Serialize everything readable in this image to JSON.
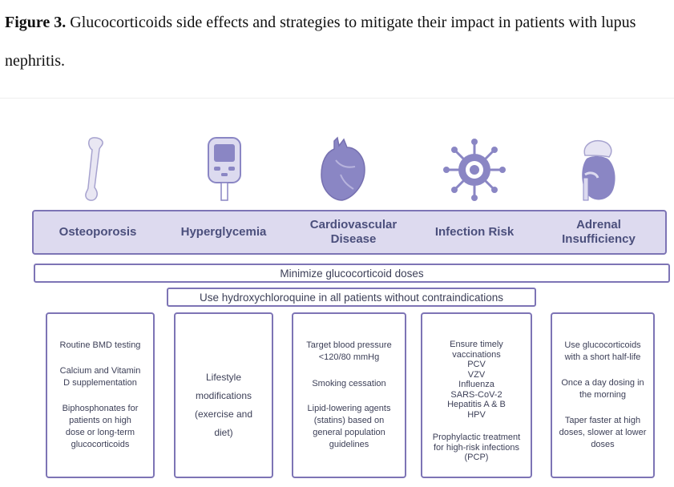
{
  "caption": {
    "label": "Figure 3.",
    "text": "Glucocorticoids side effects and strategies to mitigate their impact in patients with lupus nephritis."
  },
  "colors": {
    "accent": "#7d74b5",
    "band_fill": "#dddaef",
    "text": "#4b4f7c",
    "icon": "#8a86c4"
  },
  "icons": [
    "bone-icon",
    "glucose-meter-icon",
    "heart-icon",
    "virus-icon",
    "adrenal-kidney-icon"
  ],
  "conditions": [
    {
      "label": "Osteoporosis"
    },
    {
      "label": "Hyperglycemia"
    },
    {
      "label": "Cardiovascular Disease"
    },
    {
      "label": "Infection Risk"
    },
    {
      "label": "Adrenal Insufficiency"
    }
  ],
  "general": {
    "minimize": "Minimize glucocorticoid doses",
    "hcq": "Use hydroxychloroquine in all patients without contraindications"
  },
  "strategies": {
    "osteoporosis": [
      "Routine BMD testing",
      "Calcium and Vitamin D supplementation",
      "Biphosphonates for patients on high dose or long-term glucocorticoids"
    ],
    "hyperglycemia": [
      "Lifestyle modifications (exercise and diet)"
    ],
    "cardiovascular": [
      "Target blood pressure <120/80 mmHg",
      "Smoking cessation",
      "Lipid-lowering agents (statins) based on general population guidelines"
    ],
    "infection": {
      "intro": "Ensure timely vaccinations",
      "vaccines": [
        "PCV",
        "VZV",
        "Influenza",
        "SARS-CoV-2",
        "Hepatitis A & B",
        "HPV"
      ],
      "prophylaxis": "Prophylactic treatment for high-risk infections (PCP)"
    },
    "adrenal": [
      "Use glucocorticoids with a short half-life",
      "Once a day dosing in the morning",
      "Taper faster at high doses, slower at lower doses"
    ]
  }
}
